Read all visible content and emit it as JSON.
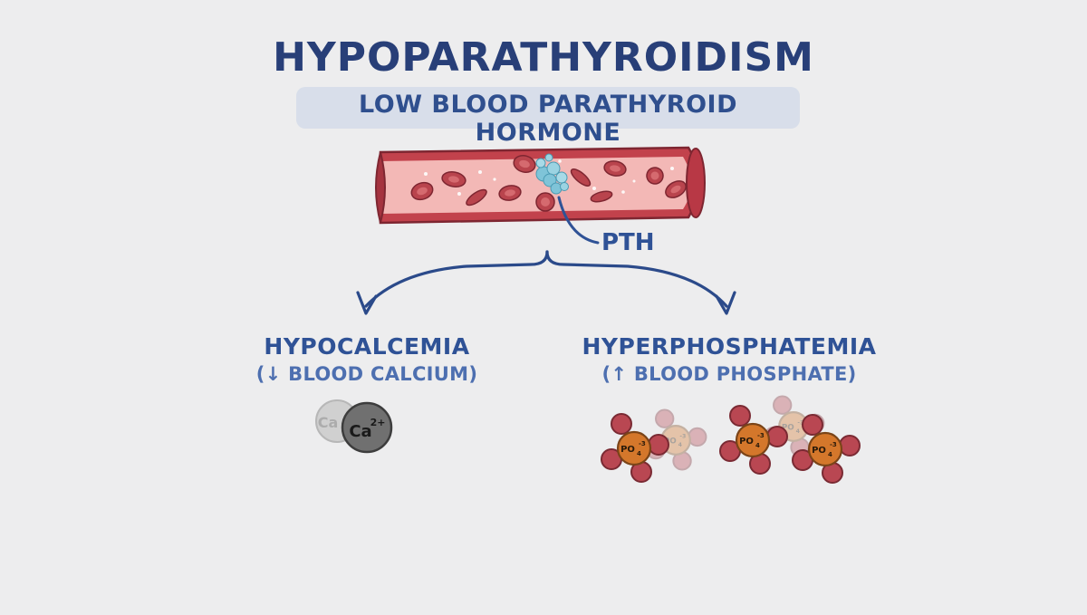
{
  "title": "HYPOPARATHYROIDISM",
  "subtitle": "LOW BLOOD PARATHYROID HORMONE",
  "vessel": {
    "label": "PTH"
  },
  "branches": {
    "left": {
      "title": "HYPOCALCEMIA",
      "subtitle": "(↓ BLOOD CALCIUM)",
      "ion_label": "Ca",
      "ion_charge": "2+"
    },
    "right": {
      "title": "HYPERPHOSPHATEMIA",
      "subtitle": "(↑ BLOOD PHOSPHATE)",
      "ion_label": "PO",
      "ion_subscript": "4",
      "ion_charge": "-3"
    }
  },
  "colors": {
    "title": "#283f78",
    "text_blue": "#2f5296",
    "vessel_outer": "#c2424c",
    "vessel_inner": "#f3b8b6",
    "rbc": "#b9444d",
    "pth_cluster": "#7fc4d8",
    "calcium": "#5a5a5a",
    "phosphorus": "#d4772b",
    "oxygen": "#b94752"
  }
}
